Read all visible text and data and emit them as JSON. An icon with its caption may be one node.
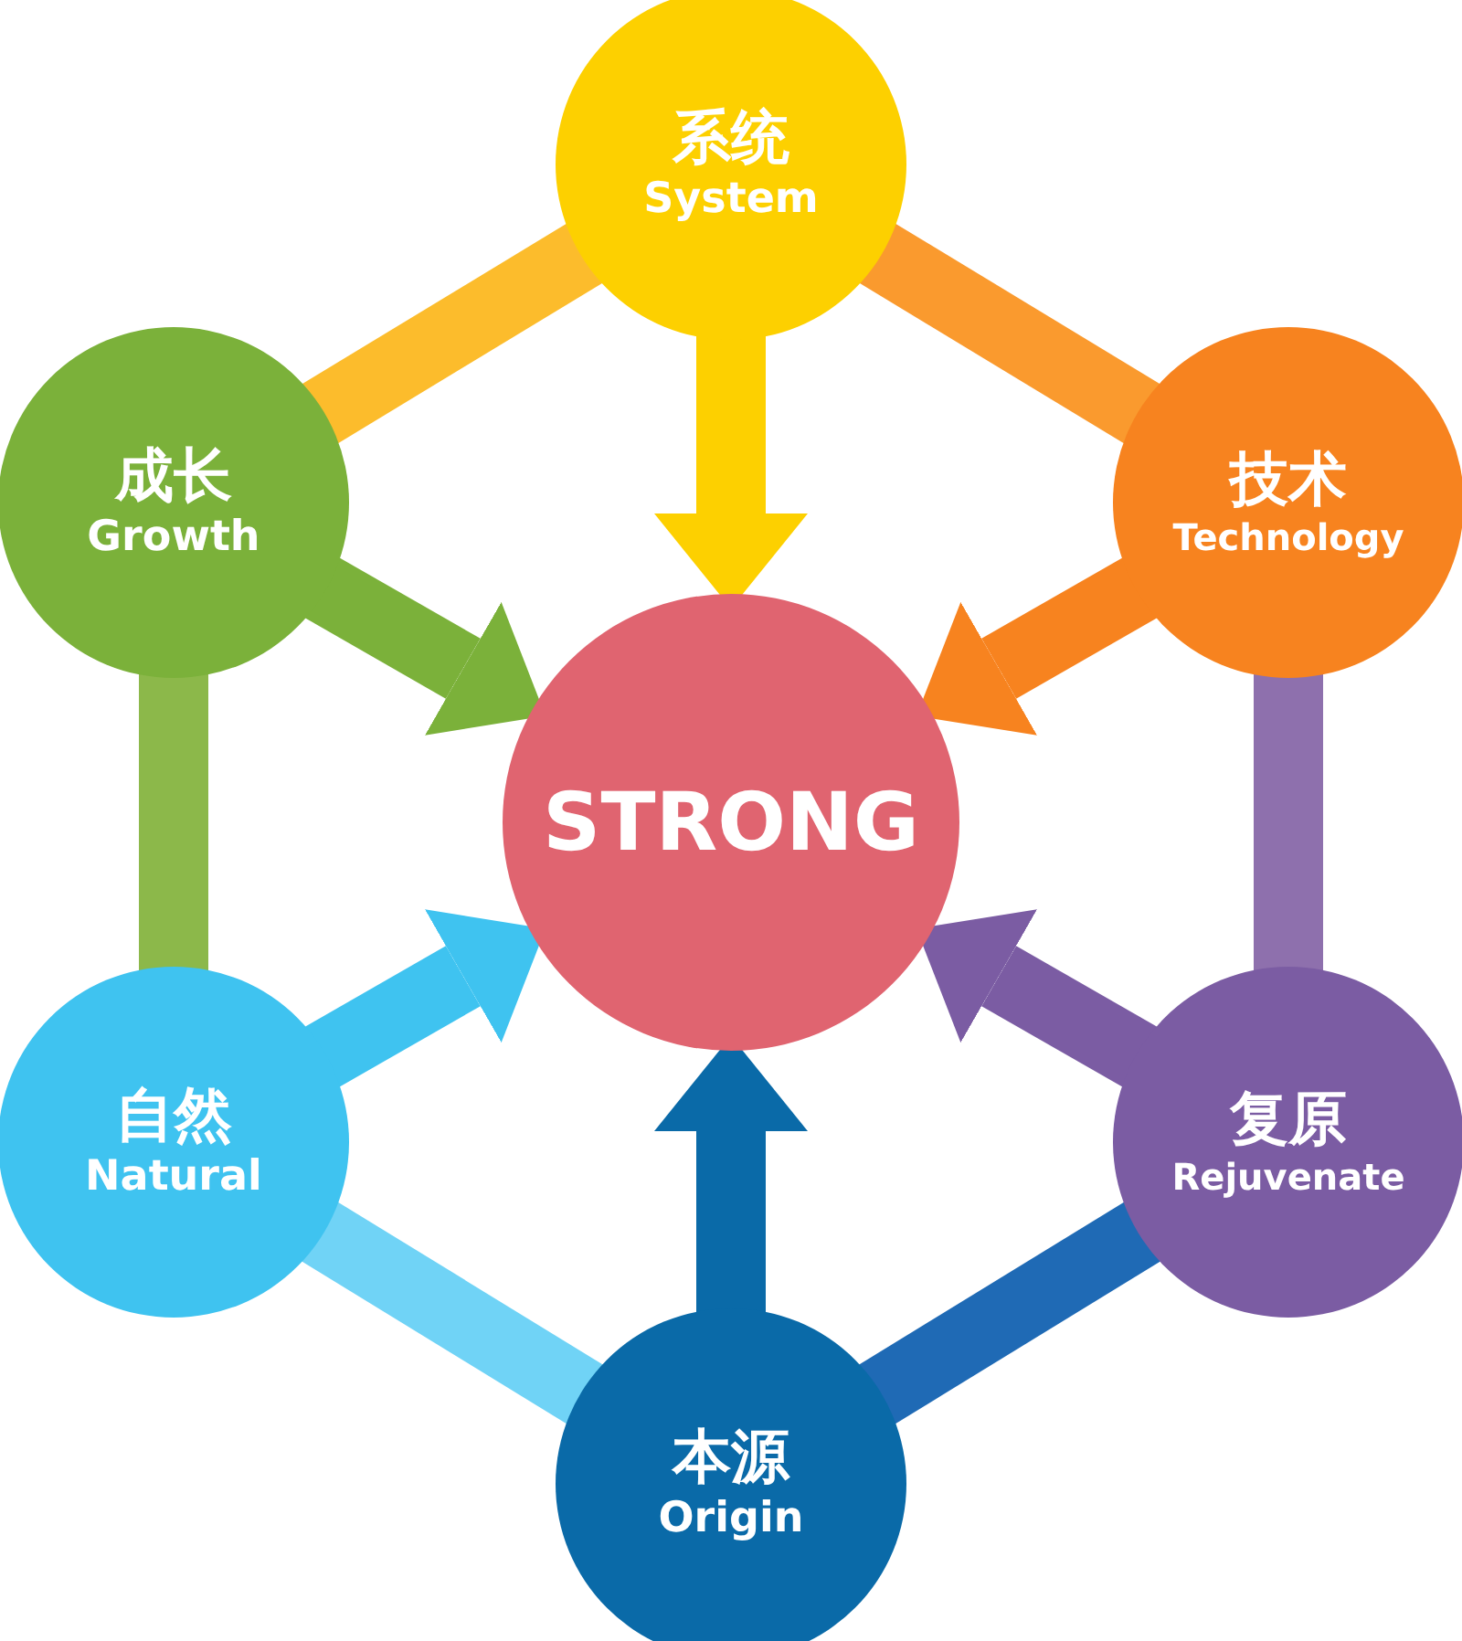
{
  "diagram": {
    "nodes": [
      {
        "text": [
          "STRONG"
        ]
      },
      {
        "text": [
          "系统",
          "System"
        ]
      },
      {
        "text": [
          "技术",
          "Technology"
        ]
      },
      {
        "text": [
          "复原",
          "Rejuvenate"
        ]
      },
      {
        "text": [
          "本源",
          "Origin"
        ]
      },
      {
        "text": [
          "自然",
          "Natural"
        ]
      },
      {
        "text": [
          "成长",
          "Growth"
        ]
      }
    ],
    "edges": [
      {
        "from": 1,
        "to": 0,
        "arrow": "to",
        "color": "#fdd000"
      },
      {
        "from": 2,
        "to": 0,
        "arrow": "to",
        "color": "#f7831f"
      },
      {
        "from": 3,
        "to": 0,
        "arrow": "to",
        "color": "#7b5ca3"
      },
      {
        "from": 4,
        "to": 0,
        "arrow": "to",
        "color": "#0a6aa8"
      },
      {
        "from": 5,
        "to": 0,
        "arrow": "to",
        "color": "#3fc3f0"
      },
      {
        "from": 6,
        "to": 0,
        "arrow": "to",
        "color": "#7bb13a"
      },
      {
        "from": 1,
        "to": 2,
        "arrow": "none",
        "color": "#fa9a2e"
      },
      {
        "from": 2,
        "to": 3,
        "arrow": "none",
        "color": "#8e70ad"
      },
      {
        "from": 3,
        "to": 4,
        "arrow": "none",
        "color": "#1f6ab5"
      },
      {
        "from": 4,
        "to": 5,
        "arrow": "none",
        "color": "#70d3f6"
      },
      {
        "from": 5,
        "to": 6,
        "arrow": "none",
        "color": "#8cb84a"
      },
      {
        "from": 6,
        "to": 1,
        "arrow": "none",
        "color": "#fcbc2c"
      }
    ]
  }
}
